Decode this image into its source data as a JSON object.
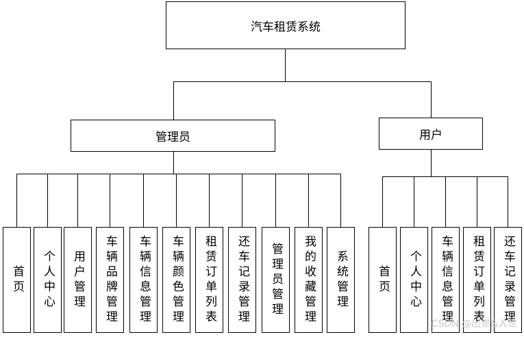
{
  "root": {
    "label": "汽车租赁系统"
  },
  "branches": [
    {
      "label": "管理员",
      "children": [
        "首页",
        "个人中心",
        "用户管理",
        "车辆品牌管理",
        "车辆信息管理",
        "车辆颜色管理",
        "租赁订单列表",
        "还车记录管理",
        "管理员管理",
        "我的收藏管理",
        "系统管理"
      ]
    },
    {
      "label": "用户",
      "children": [
        "首页",
        "个人中心",
        "车辆信息管理",
        "租赁订单列表",
        "还车记录管理"
      ]
    }
  ],
  "watermark": "CSDN @出世&入世"
}
